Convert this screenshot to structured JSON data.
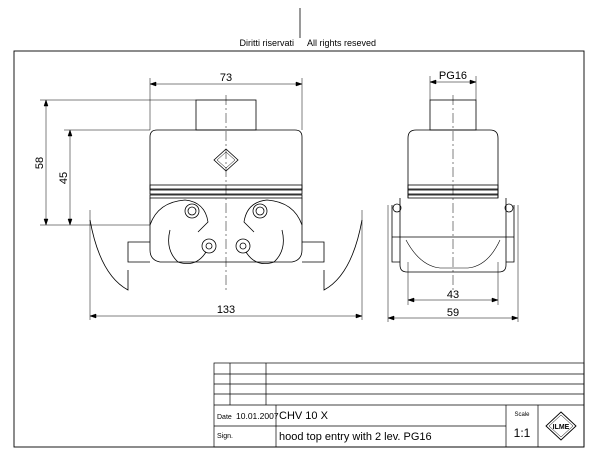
{
  "header": {
    "rights_it": "Diritti riservati",
    "rights_en": "All rights reseved"
  },
  "dimensions": {
    "front_width": "73",
    "front_total_height": "58",
    "front_body_height": "45",
    "front_overall_width": "133",
    "side_thread": "PG16",
    "side_base_width": "43",
    "side_overall_width": "59"
  },
  "title_block": {
    "date_label": "Date",
    "date_value": "10.01.2007",
    "sign_label": "Sign.",
    "code": "CHV 10 X",
    "description": "hood top entry with 2 lev. PG16",
    "scale_label": "Scale",
    "scale_value": "1:1",
    "logo_text": "ILME"
  }
}
